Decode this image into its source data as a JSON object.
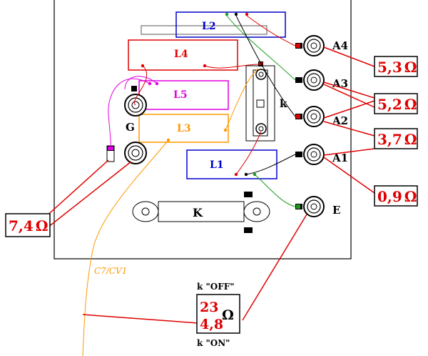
{
  "colors": {
    "red": "#e00000",
    "blue": "#0000cc",
    "magenta": "#e000e0",
    "orange": "#ff9900",
    "green": "#1a9a1a",
    "black": "#000000",
    "grey": "#888888"
  },
  "coils": {
    "L1": "L1",
    "L2": "L2",
    "L3": "L3",
    "L4": "L4",
    "L5": "L5"
  },
  "terminals": {
    "A4": "A4",
    "A3": "A3",
    "A2": "A2",
    "A1": "A1",
    "E": "E",
    "G": "G"
  },
  "labels": {
    "switch_k": "k",
    "relay_K": "K",
    "cable": "C7/CV1"
  },
  "measurements": {
    "A4": "5,3",
    "A3": "5,2",
    "A2": "3,7",
    "A1": "0,9",
    "G": "7,4",
    "ohm": "Ω"
  },
  "switch_box": {
    "off_label": "k  \"OFF\"",
    "on_label": "k  \"ON\"",
    "off_value": "23",
    "on_value": "4,8",
    "unit": "Ω"
  }
}
